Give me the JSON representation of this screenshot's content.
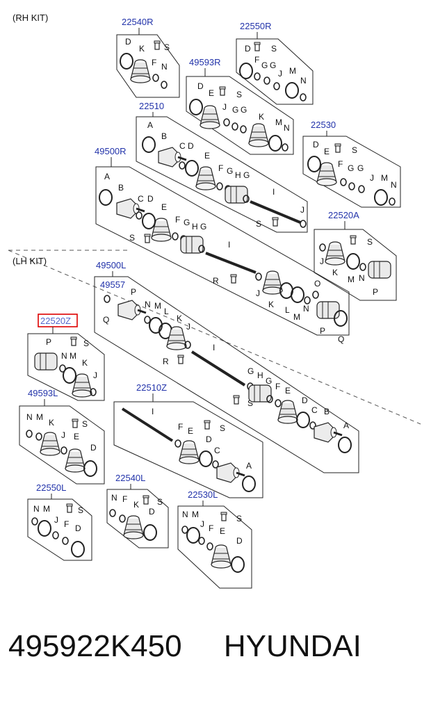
{
  "sections": {
    "rh": "(RH KIT)",
    "lh": "(LH KIT)"
  },
  "kits": {
    "k22540R": {
      "pn": "22540R",
      "letters": [
        "D",
        "K",
        "S",
        "F",
        "N"
      ]
    },
    "k22550R": {
      "pn": "22550R",
      "letters": [
        "D",
        "S",
        "F",
        "G",
        "G",
        "J",
        "M",
        "N"
      ]
    },
    "k49593R": {
      "pn": "49593R",
      "letters": [
        "D",
        "E",
        "S",
        "J",
        "G",
        "G",
        "K",
        "M",
        "N"
      ]
    },
    "k22510": {
      "pn": "22510",
      "letters": [
        "A",
        "B",
        "C",
        "D",
        "E",
        "F",
        "G",
        "H",
        "G",
        "I",
        "J",
        "S"
      ]
    },
    "k22530": {
      "pn": "22530",
      "letters": [
        "D",
        "E",
        "S",
        "F",
        "G",
        "G",
        "J",
        "M",
        "N"
      ]
    },
    "k49500R": {
      "pn": "49500R",
      "letters": [
        "A",
        "B",
        "C",
        "D",
        "E",
        "F",
        "G",
        "H",
        "G",
        "S",
        "I",
        "R",
        "J",
        "K",
        "L",
        "M",
        "N",
        "O",
        "P",
        "Q"
      ]
    },
    "k22520A": {
      "pn": "22520A",
      "letters": [
        "S",
        "J",
        "K",
        "M",
        "N",
        "P"
      ]
    },
    "k49500L": {
      "pn": "49500L",
      "sub_pn": "49557",
      "letters": [
        "P",
        "Q",
        "N",
        "M",
        "L",
        "K",
        "J",
        "I",
        "R",
        "G",
        "H",
        "G",
        "F",
        "S",
        "E",
        "D",
        "C",
        "B",
        "A"
      ]
    },
    "k22520Z": {
      "pn": "22520Z",
      "letters": [
        "P",
        "S",
        "N",
        "M",
        "K",
        "J"
      ]
    },
    "k49593L": {
      "pn": "49593L",
      "letters": [
        "N",
        "M",
        "K",
        "S",
        "J",
        "E",
        "D"
      ]
    },
    "k22510Z": {
      "pn": "22510Z",
      "letters": [
        "I",
        "F",
        "S",
        "E",
        "D",
        "C",
        "A"
      ]
    },
    "k22550L": {
      "pn": "22550L",
      "letters": [
        "N",
        "M",
        "S",
        "J",
        "F",
        "D"
      ]
    },
    "k22540L": {
      "pn": "22540L",
      "letters": [
        "N",
        "F",
        "K",
        "S",
        "D"
      ]
    },
    "k22530L": {
      "pn": "22530L",
      "letters": [
        "N",
        "M",
        "J",
        "F",
        "S",
        "E",
        "D"
      ]
    }
  },
  "highlight_color": "#dd0000",
  "label_color": "#2233aa",
  "footer": {
    "part_number": "495922K450",
    "brand": "HYUNDAI"
  }
}
